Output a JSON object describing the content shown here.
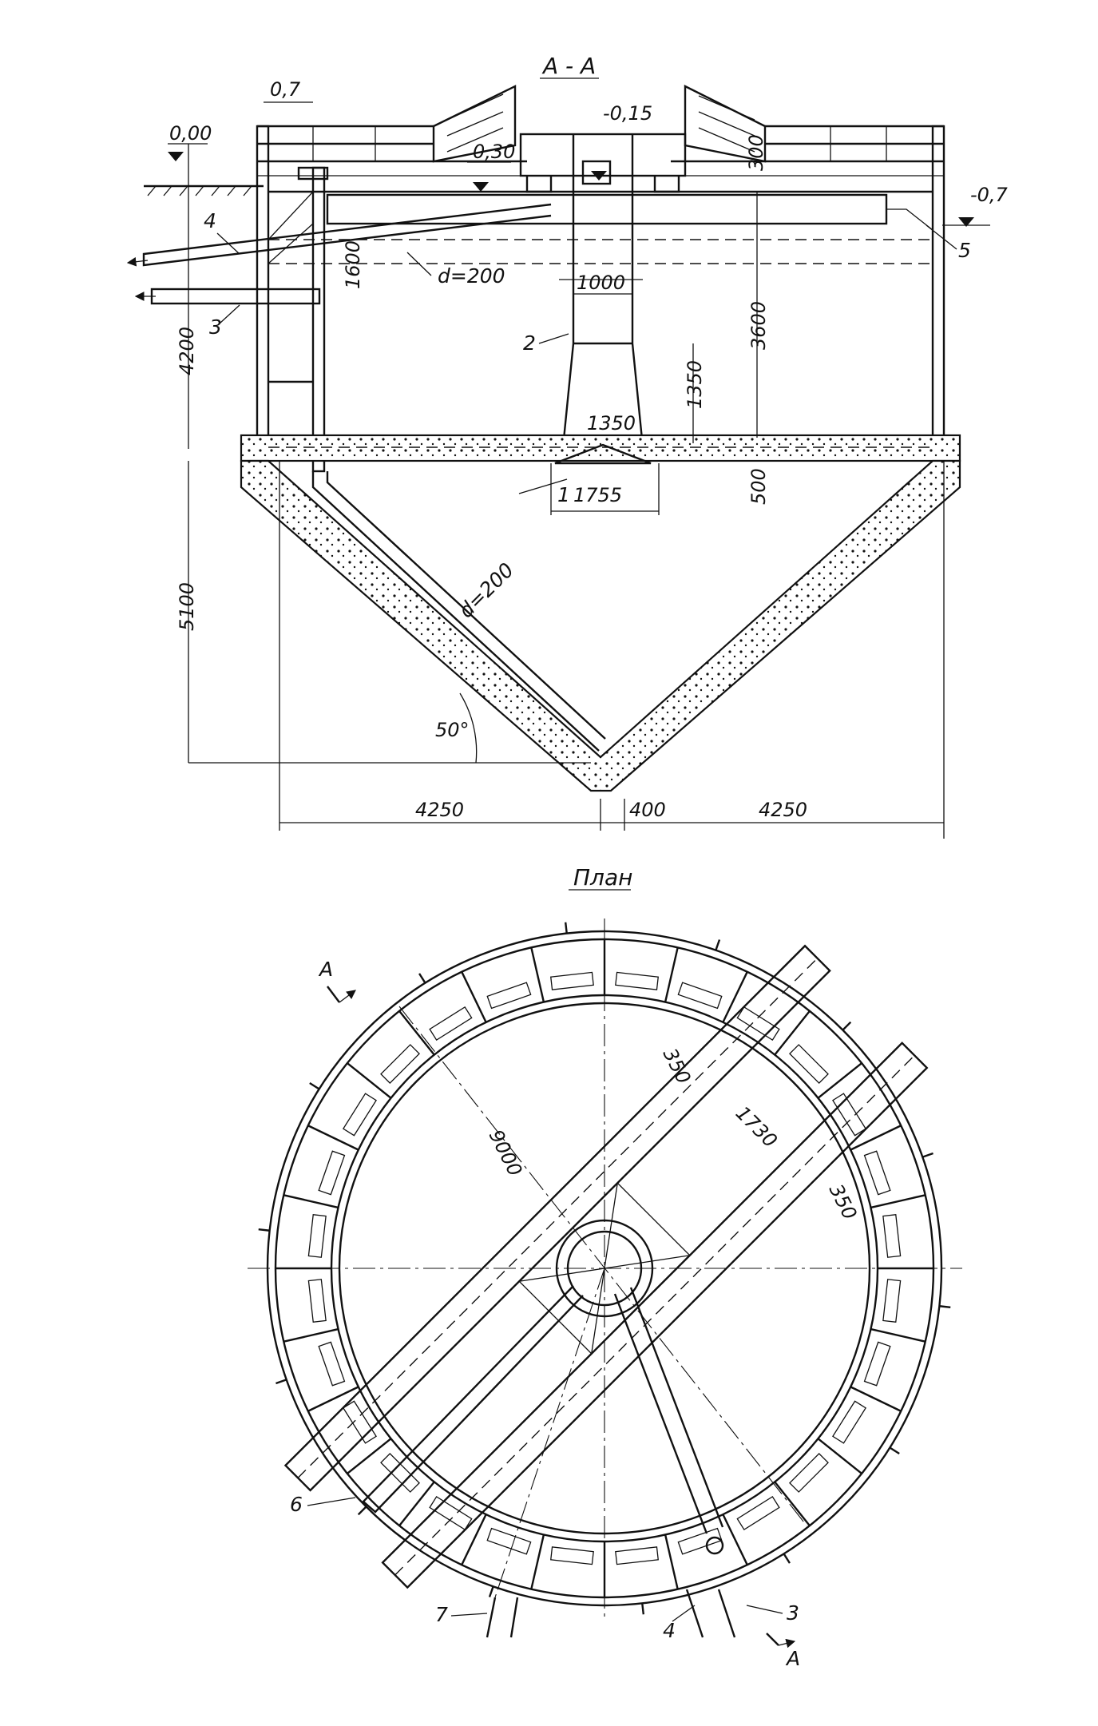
{
  "section": {
    "title": "А - А",
    "labels": {
      "top_width": "0,7",
      "level_zero": "0,00",
      "level_030": "0,30",
      "level_015": "-0,15",
      "level_07": "-0,7",
      "dim_300": "300",
      "dim_1600": "1600",
      "pipe_d200_top": "d=200",
      "pipe_d200_cone": "d=200",
      "dim_1000": "1000",
      "dim_3600": "3600",
      "dim_4200": "4200",
      "dim_1350_v": "1350",
      "dim_1350_h": "1350",
      "dim_1755": "1755",
      "dim_500": "500",
      "dim_5100": "5100",
      "angle_50": "50°",
      "dim_4250_left": "4250",
      "dim_400": "400",
      "dim_4250_right": "4250"
    },
    "callouts": {
      "c1": "1",
      "c2": "2",
      "c3": "3",
      "c4": "4",
      "c5": "5"
    }
  },
  "plan": {
    "title": "План",
    "labels": {
      "dim_9000": "9000",
      "dim_350_a": "350",
      "dim_1730": "1730",
      "dim_350_b": "350",
      "section_mark_top": "A",
      "section_mark_bottom": "A"
    },
    "callouts": {
      "c3": "3",
      "c4": "4",
      "c6": "6",
      "c7": "7"
    }
  }
}
